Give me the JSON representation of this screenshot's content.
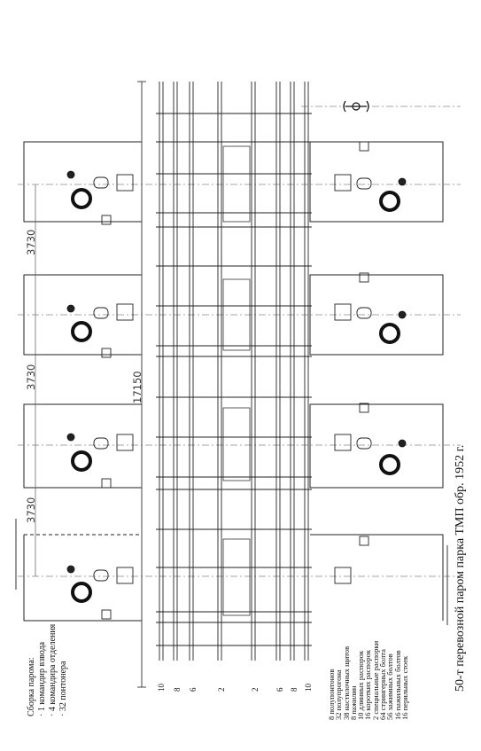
{
  "title": "50-т перевозной паром парка ТМП обр. 1952 г.",
  "crew": {
    "heading": "Сборка парома:",
    "items": [
      "· 1 командир взвода",
      "· 4 командира отделения",
      "· 32 понтонера"
    ]
  },
  "parts": [
    "8 полупонтонов",
    "32 полупрогона",
    "38 настилочных щитов",
    "8 пажилин",
    "10 длинных распорок",
    "16 коротких распорок",
    "2 специальные распорки",
    "64 стрингерных болта",
    "56 зажимных болтов",
    "16 пажильных болтов",
    "16 перильных стоек"
  ],
  "dimensions": {
    "spacing_1": "3730",
    "spacing_2": "3730",
    "spacing_3": "3730",
    "total_length": "17150"
  },
  "beam_counts": [
    "10",
    "8",
    "6",
    "2",
    "2",
    "6",
    "8",
    "10"
  ]
}
